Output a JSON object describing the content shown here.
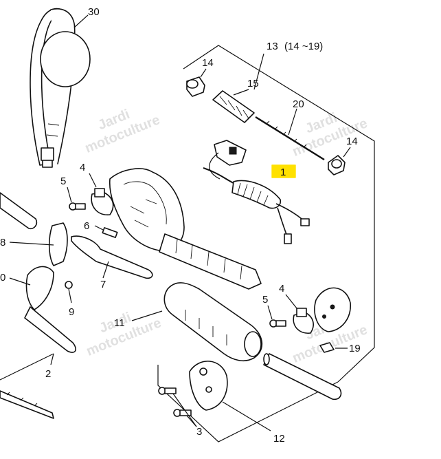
{
  "watermark": {
    "line1": "Jardi",
    "line2": "motoculture"
  },
  "callouts": {
    "c30": "30",
    "c13": "13",
    "c13_range": "(14 ~19)",
    "c14_top": "14",
    "c15": "15",
    "c20": "20",
    "c14_right": "14",
    "c1": "1",
    "c4_left": "4",
    "c5_left": "5",
    "c6": "6",
    "c8": "8",
    "c0": "0",
    "c7": "7",
    "c9": "9",
    "c4_right": "4",
    "c5_right": "5",
    "c11": "11",
    "c19": "19",
    "c2": "2",
    "c3": "3",
    "c12": "12"
  },
  "colors": {
    "highlight": "#ffe100",
    "ink": "#111111",
    "fill_light": "#e9e9e9"
  }
}
